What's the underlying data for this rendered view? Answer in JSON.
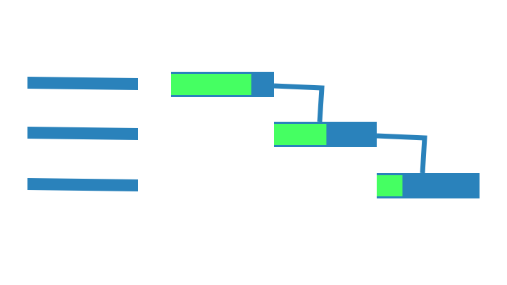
{
  "colors": {
    "bar": "#2a82bb",
    "progress": "#45ff62",
    "background": "#ffffff"
  },
  "tasks": [
    {
      "id": "task-1",
      "progress": 0.78
    },
    {
      "id": "task-2",
      "progress": 0.51
    },
    {
      "id": "task-3",
      "progress": 0.25
    }
  ],
  "dependencies": [
    {
      "from": "task-1",
      "to": "task-2"
    },
    {
      "from": "task-2",
      "to": "task-3"
    }
  ]
}
